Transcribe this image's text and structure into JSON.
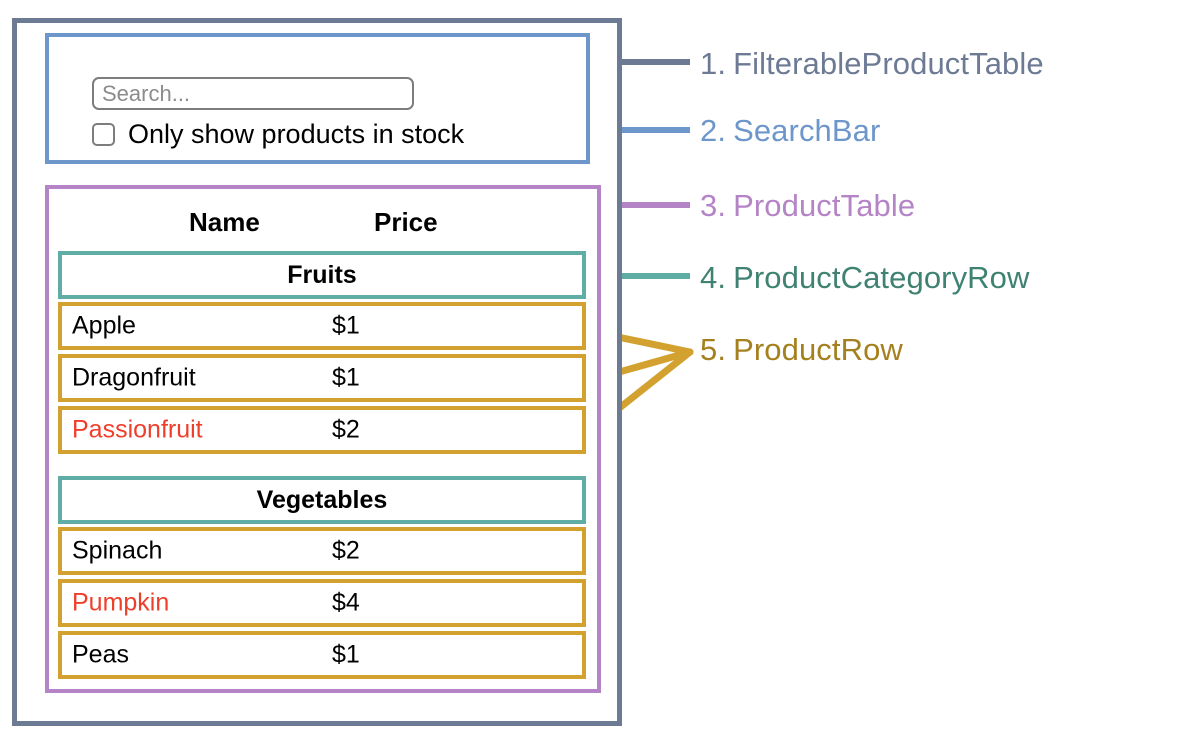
{
  "diagram": {
    "title": "React component hierarchy diagram",
    "colors": {
      "filterable_product_table": "#6d7a94",
      "search_bar": "#6d96ca",
      "product_table": "#b584c6",
      "product_category_row": "#5fada4",
      "product_row": "#d3a12f",
      "out_of_stock_text": "#ef3e2a",
      "legend_4_text": "#3f8272",
      "legend_5_text": "#a5801f"
    }
  },
  "search_bar": {
    "input": {
      "value": "",
      "placeholder": "Search..."
    },
    "checkbox": {
      "label": "Only show products in stock",
      "checked": false
    }
  },
  "product_table": {
    "headers": {
      "name": "Name",
      "price": "Price"
    },
    "sections": [
      {
        "category": "Fruits",
        "rows": [
          {
            "name": "Apple",
            "price": "$1",
            "in_stock": true
          },
          {
            "name": "Dragonfruit",
            "price": "$1",
            "in_stock": true
          },
          {
            "name": "Passionfruit",
            "price": "$2",
            "in_stock": false
          }
        ]
      },
      {
        "category": "Vegetables",
        "rows": [
          {
            "name": "Spinach",
            "price": "$2",
            "in_stock": true
          },
          {
            "name": "Pumpkin",
            "price": "$4",
            "in_stock": false
          },
          {
            "name": "Peas",
            "price": "$1",
            "in_stock": true
          }
        ]
      }
    ]
  },
  "legend": [
    {
      "num": "1.",
      "label": "FilterableProductTable"
    },
    {
      "num": "2.",
      "label": "SearchBar"
    },
    {
      "num": "3.",
      "label": "ProductTable"
    },
    {
      "num": "4.",
      "label": "ProductCategoryRow"
    },
    {
      "num": "5.",
      "label": "ProductRow"
    }
  ]
}
